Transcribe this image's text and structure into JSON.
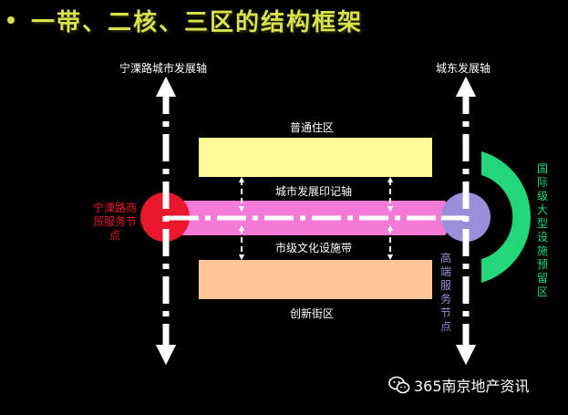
{
  "title": "一带、二核、三区的结构框架",
  "axes": {
    "left_axis": "宁溧路城市发展轴",
    "right_axis": "城东发展轴"
  },
  "zones": {
    "residential": "普通住区",
    "imprint_axis": "城市发展印记轴",
    "culture_belt": "市级文化设施带",
    "innovation": "创新街区"
  },
  "nodes": {
    "left_node": "宁溧路商贸服务节点",
    "right_node": "高端服务节点",
    "reserve": "国际级大型设施预留区"
  },
  "watermark": "365南京地产资讯",
  "colors": {
    "background": "#000000",
    "title": "#d8e24a",
    "residential_block": "#fffb98",
    "innovation_block": "#ffc69a",
    "culture_band": "#f47ad7",
    "left_node": "#e8192c",
    "right_node": "#9b8fdc",
    "reserve_arc": "#22d77a"
  }
}
